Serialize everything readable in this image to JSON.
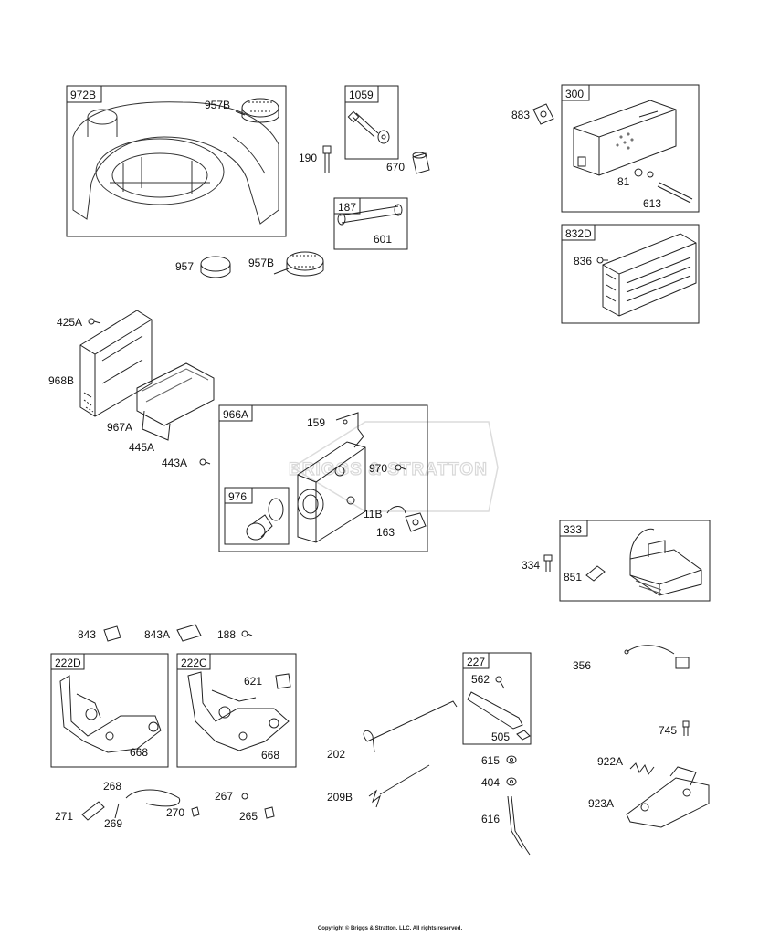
{
  "watermark": {
    "text": "BRIGGS & STRATTON"
  },
  "copyright": "Copyright © Briggs & Stratton, LLC. All rights reserved.",
  "boxes": {
    "b972B": "972B",
    "b1059": "1059",
    "b187": "187",
    "b300": "300",
    "b832D": "832D",
    "b966A": "966A",
    "b976": "976",
    "b333": "333",
    "b222D": "222D",
    "b222C": "222C",
    "b227": "227"
  },
  "callouts": {
    "c957B_top": "957B",
    "c190": "190",
    "c670": "670",
    "c601": "601",
    "c883": "883",
    "c81": "81",
    "c613": "613",
    "c836": "836",
    "c957": "957",
    "c957B_bottom": "957B",
    "c425A": "425A",
    "c968B": "968B",
    "c967A": "967A",
    "c445A": "445A",
    "c443A": "443A",
    "c159": "159",
    "c970": "970",
    "c11B": "11B",
    "c163": "163",
    "c334": "334",
    "c851": "851",
    "c843": "843",
    "c843A": "843A",
    "c188": "188",
    "c621": "621",
    "c668_left": "668",
    "c668_right": "668",
    "c562": "562",
    "c505": "505",
    "c356": "356",
    "c745": "745",
    "c202": "202",
    "c615": "615",
    "c922A": "922A",
    "c404": "404",
    "c209B": "209B",
    "c923A": "923A",
    "c616": "616",
    "c268": "268",
    "c271": "271",
    "c269": "269",
    "c270": "270",
    "c267": "267",
    "c265": "265"
  }
}
